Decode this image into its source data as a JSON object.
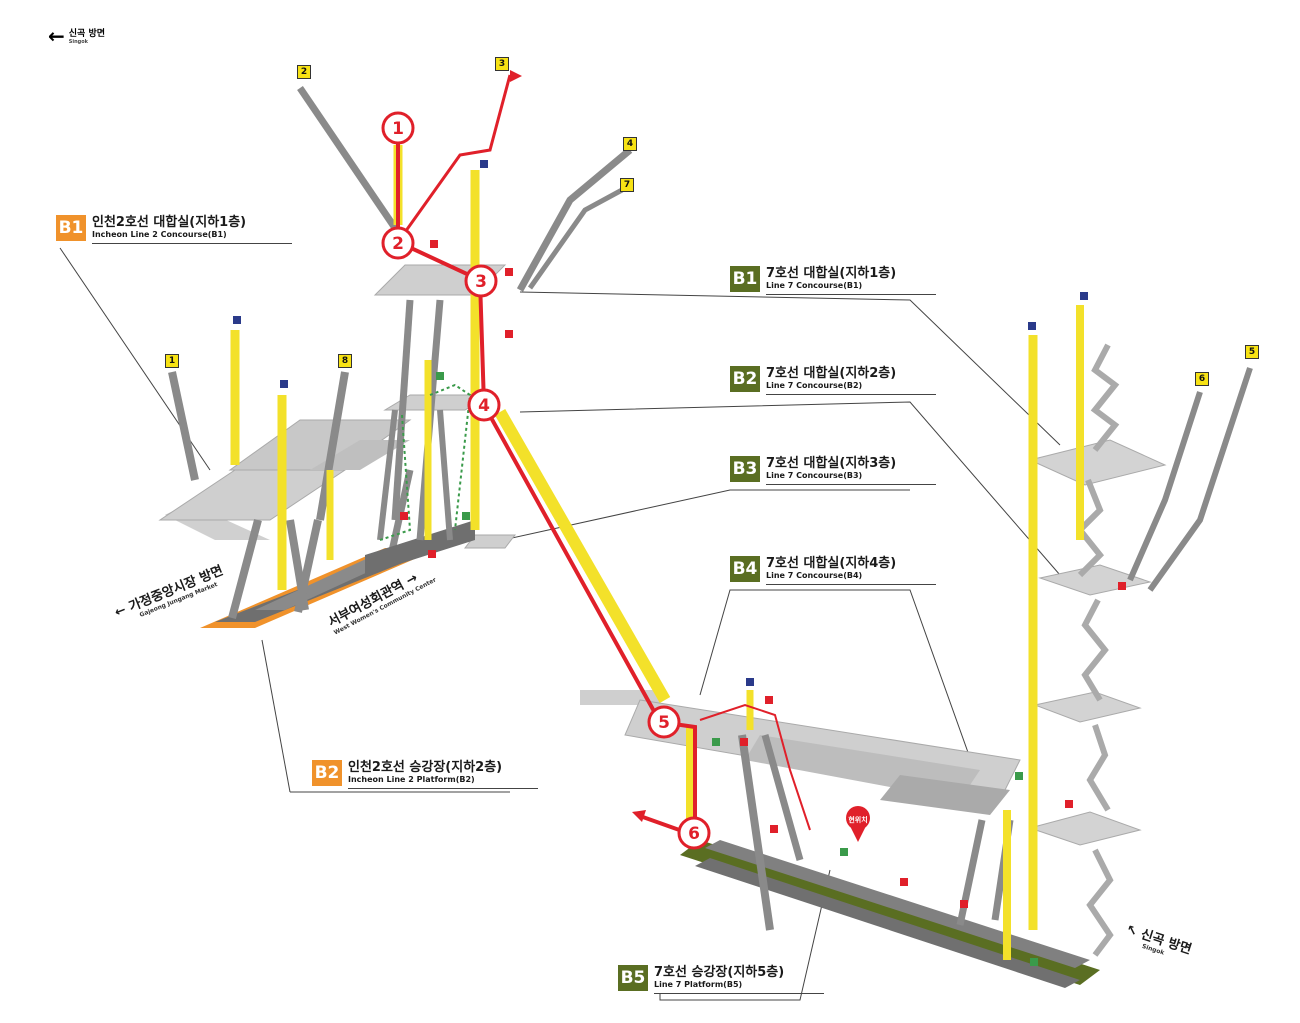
{
  "direction_top": {
    "ko": "신곡 방면",
    "en": "Singok"
  },
  "direction_left": {
    "ko": "가정중앙시장 방면",
    "en": "Gajeong Jungang Market"
  },
  "direction_mid": {
    "ko": "서부여성회관역",
    "en": "West Women's Community Center"
  },
  "direction_right": {
    "ko": "신곡 방면",
    "en": "Singok"
  },
  "labels": {
    "b1_incheon": {
      "badge": "B1",
      "ko": "인천2호선 대합실(지하1층)",
      "en": "Incheon Line 2 Concourse(B1)"
    },
    "b2_incheon": {
      "badge": "B2",
      "ko": "인천2호선 승강장(지하2층)",
      "en": "Incheon Line 2 Platform(B2)"
    },
    "b1_line7": {
      "badge": "B1",
      "ko": "7호선 대합실(지하1층)",
      "en": "Line 7 Concourse(B1)"
    },
    "b2_line7": {
      "badge": "B2",
      "ko": "7호선 대합실(지하2층)",
      "en": "Line 7 Concourse(B2)"
    },
    "b3_line7": {
      "badge": "B3",
      "ko": "7호선 대합실(지하3층)",
      "en": "Line 7 Concourse(B3)"
    },
    "b4_line7": {
      "badge": "B4",
      "ko": "7호선 대합실(지하4층)",
      "en": "Line 7 Concourse(B4)"
    },
    "b5_line7": {
      "badge": "B5",
      "ko": "7호선 승강장(지하5층)",
      "en": "Line 7 Platform(B5)"
    }
  },
  "exits": [
    "1",
    "2",
    "3",
    "4",
    "5",
    "6",
    "7",
    "8"
  ],
  "route_steps": [
    "1",
    "2",
    "3",
    "4",
    "5",
    "6"
  ],
  "current_location": "현위치",
  "colors": {
    "route_red": "#e0202a",
    "elevator_yellow": "#f3e12a",
    "incheon_orange": "#f0922b",
    "line7_green": "#5a6e22",
    "structure_gray": "#9a9a9a"
  }
}
